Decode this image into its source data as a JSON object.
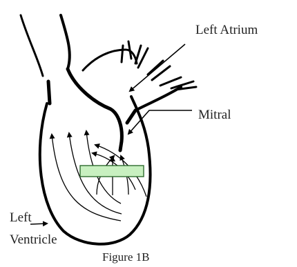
{
  "figure": {
    "caption": "Figure 1B",
    "labels": {
      "left_atrium": "Left Atrium",
      "mitral": "Mitral",
      "left_ventricle_line1": "Left",
      "left_ventricle_line2": "Ventricle"
    }
  },
  "colors": {
    "ink": "#000000",
    "text": "#222222",
    "sample_box_fill": "#c8f0c0",
    "sample_box_stroke": "#2e6b2e",
    "background": "#ffffff"
  }
}
